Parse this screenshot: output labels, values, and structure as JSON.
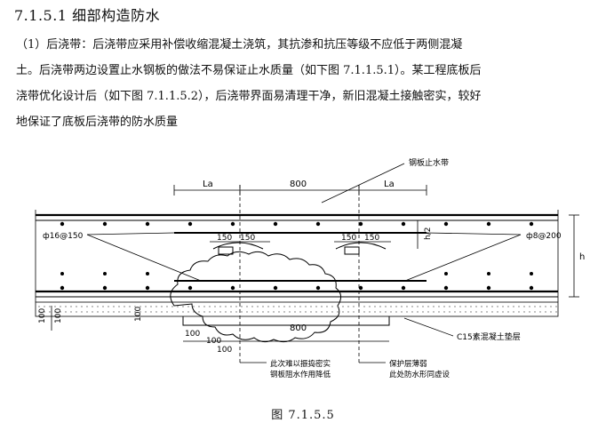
{
  "heading": "7.1.5.1  细部构造防水",
  "paragraph_lines": [
    "（1）后浇带：后浇带应采用补偿收缩混凝土浇筑，其抗渗和抗压等级不应低于两侧混凝",
    "土。后浇带两边设置止水钢板的做法不易保证止水质量（如下图 7.1.1.5.1）。某工程底板后",
    "浇带优化设计后（如下图 7.1.1.5.2），后浇带界面易清理干净，新旧混凝土接触密实，较好",
    "地保证了底板后浇带的防水质量"
  ],
  "figure": {
    "label_waterstop": "钢板止水带",
    "label_la_left": "La",
    "label_800_top": "800",
    "label_la_right": "La",
    "label_150_a": "150",
    "label_150_b": "150",
    "label_150_c": "150",
    "label_150_d": "150",
    "label_h2": "h/2",
    "label_h": "h",
    "label_rebar_left": "ф16@150",
    "label_rebar_right": "ф8@200",
    "label_100_v1": "100",
    "label_100_v2": "100",
    "label_100_v3": "100",
    "label_800_bottom": "800",
    "label_100_b1": "100",
    "label_100_b2": "100",
    "label_100_b3": "100",
    "label_c15": "C15素混凝土垫层",
    "note_left_1": "此次难以振捣密实",
    "note_left_2": "钢板阻水作用降低",
    "note_right_1": "保护层薄弱",
    "note_right_2": "此处防水形同虚设"
  },
  "caption": "图 7.1.5.5"
}
